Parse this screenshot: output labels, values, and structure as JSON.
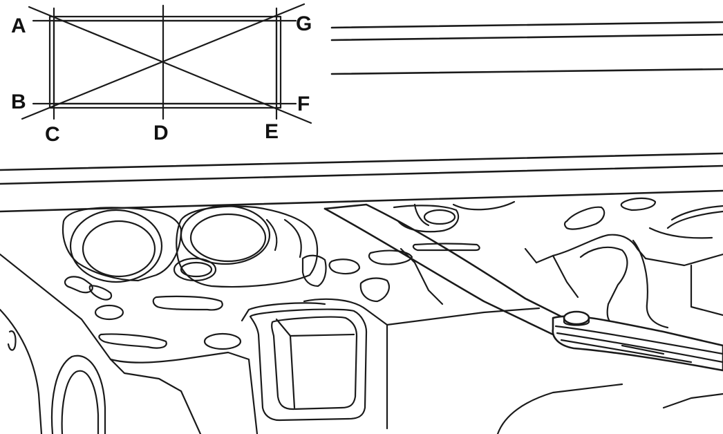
{
  "labels": {
    "A": "A",
    "B": "B",
    "C": "C",
    "D": "D",
    "E": "E",
    "F": "F",
    "G": "G"
  }
}
